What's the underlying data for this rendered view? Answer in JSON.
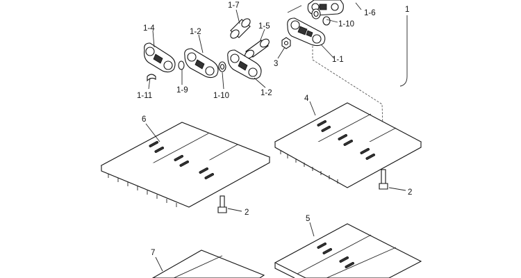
{
  "labels": {
    "l_1": "1",
    "l_1_6": "1-6",
    "l_1_7": "1-7",
    "l_1_10_top": "1-10",
    "l_1_4": "1-4",
    "l_1_2_a": "1-2",
    "l_1_5": "1-5",
    "l_3": "3",
    "l_1_1": "1-1",
    "l_1_11": "1-11",
    "l_1_9": "1-9",
    "l_1_10_bottom": "1-10",
    "l_1_2_b": "1-2",
    "l_4": "4",
    "l_6": "6",
    "l_2_right": "2",
    "l_2_left": "2",
    "l_5": "5",
    "l_7": "7"
  }
}
